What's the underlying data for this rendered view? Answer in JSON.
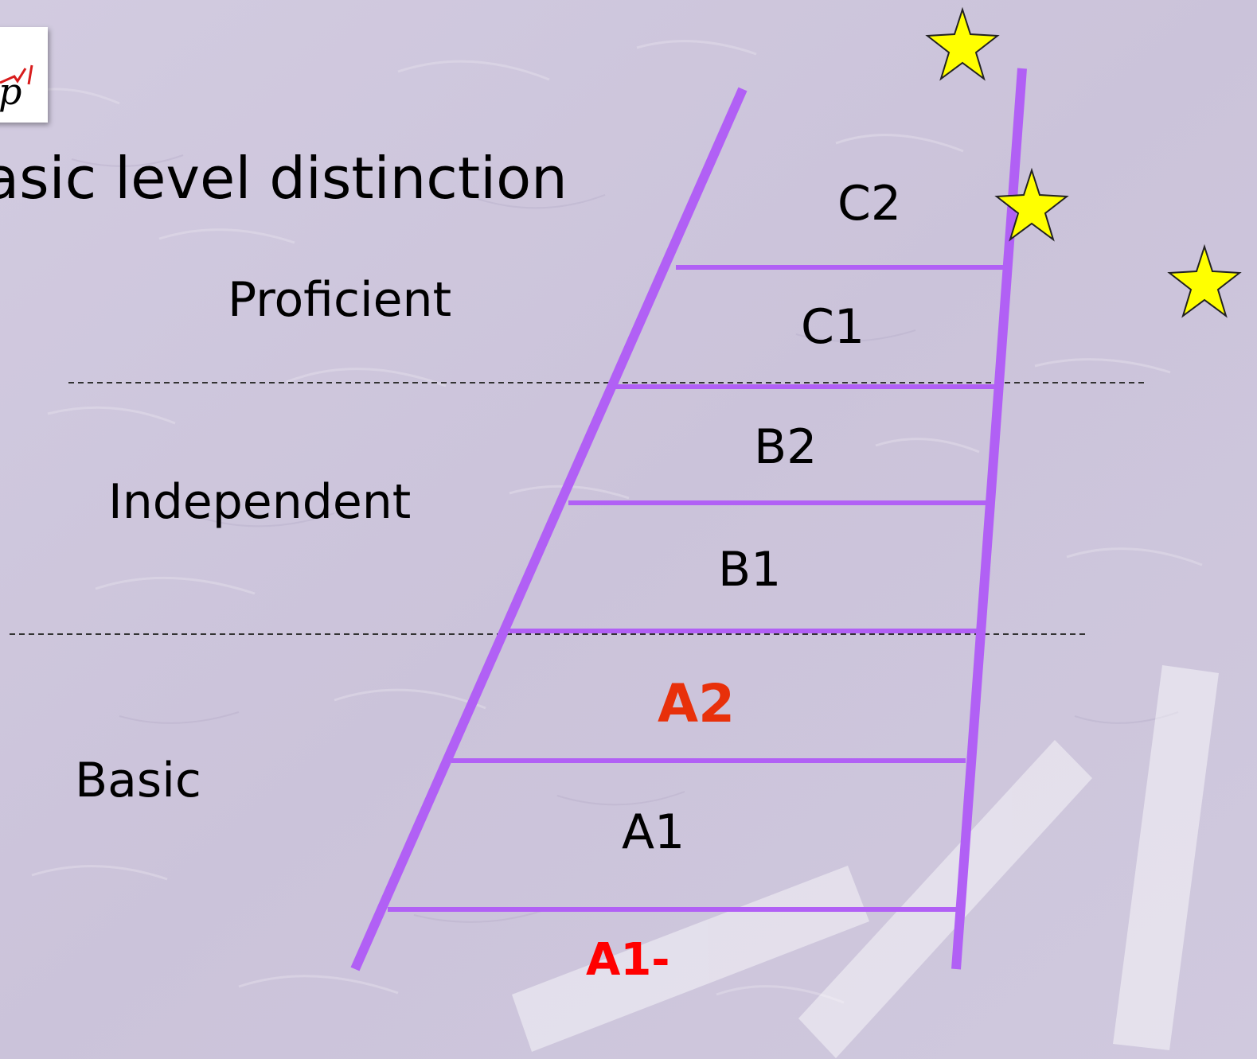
{
  "slide": {
    "title": "asic level distinction",
    "background_color": "#cec6dc"
  },
  "groups": {
    "proficient": "Proficient",
    "independent": "Independent",
    "basic": "Basic"
  },
  "levels": {
    "c2": "C2",
    "c1": "C1",
    "b2": "B2",
    "b1": "B1",
    "a2": "A2",
    "a1": "A1",
    "a1minus": "A1-"
  },
  "logo": {
    "letter": "p"
  },
  "colors": {
    "ladder": "#b160f5",
    "highlight_a2": "#e8300a",
    "highlight_a1minus": "#ff0000",
    "star_fill": "#ffff00",
    "divider": "#333333",
    "text": "#000000"
  },
  "icons": [
    "star-icon",
    "ladder-diagram",
    "logo-icon"
  ]
}
